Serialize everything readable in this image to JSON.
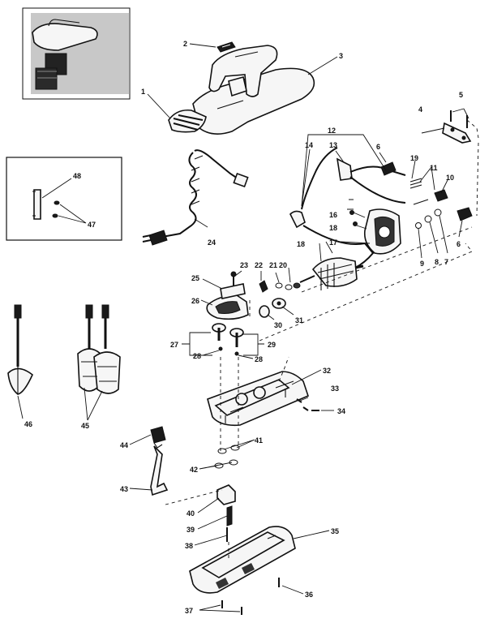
{
  "callouts": {
    "c1": "1",
    "c2": "2",
    "c3": "3",
    "c4": "4",
    "c5": "5",
    "c6a": "6",
    "c6b": "6",
    "c7": "7",
    "c8": "8",
    "c9": "9",
    "c10": "10",
    "c11": "11",
    "c12": "12",
    "c13": "13",
    "c14": "14",
    "c16": "16",
    "c17": "17",
    "c18a": "18",
    "c18b": "18",
    "c19": "19",
    "c20": "20",
    "c21": "21",
    "c22": "22",
    "c23": "23",
    "c24": "24",
    "c25": "25",
    "c26": "26",
    "c27": "27",
    "c28a": "28",
    "c28b": "28",
    "c29": "29",
    "c30": "30",
    "c31": "31",
    "c32": "32",
    "c33": "33",
    "c34": "34",
    "c35": "35",
    "c36": "36",
    "c37": "37",
    "c38": "38",
    "c39": "39",
    "c40": "40",
    "c41": "41",
    "c42": "42",
    "c43": "43",
    "c44": "44",
    "c45": "45",
    "c46": "46",
    "c47": "47",
    "c48": "48"
  }
}
